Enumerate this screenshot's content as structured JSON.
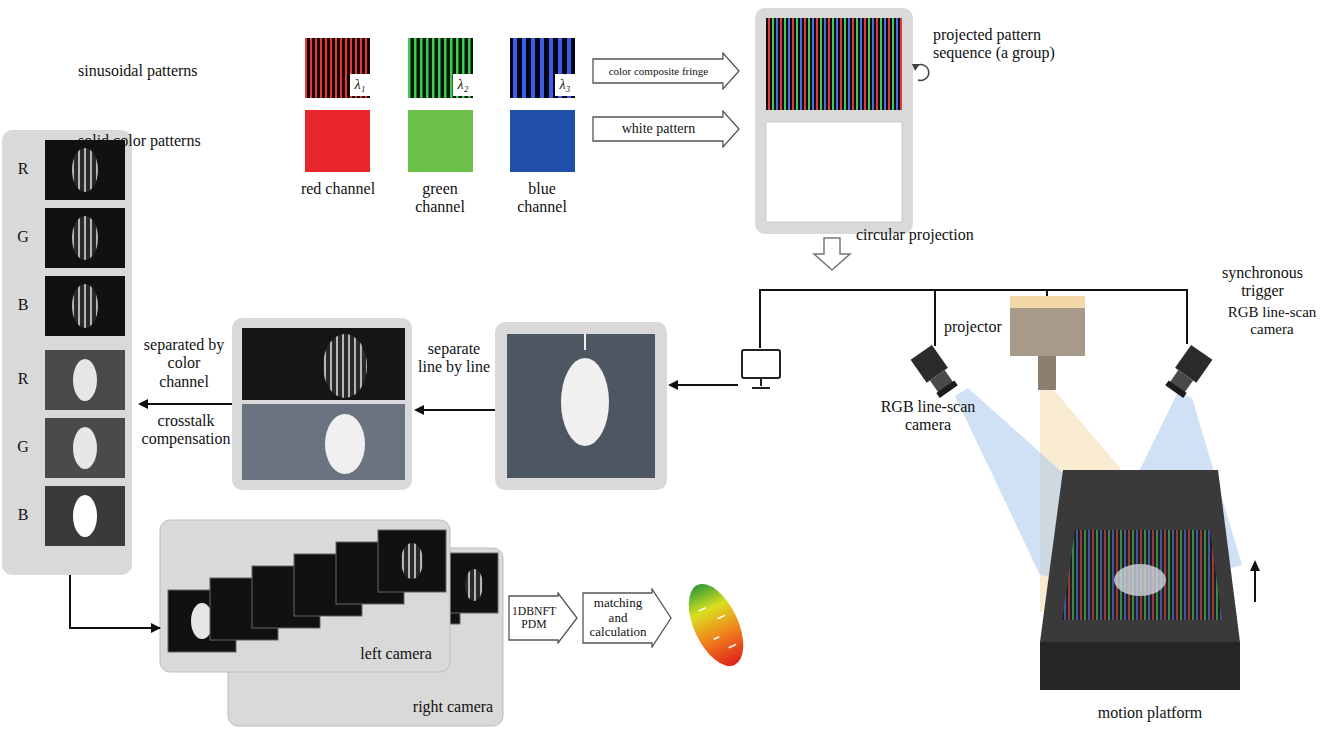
{
  "diagram": {
    "nodes": [
      {
        "text": [
          "color composite fringe"
        ]
      },
      {
        "text": [
          "white pattern"
        ]
      },
      {
        "text": [
          "projected pattern sequence (a group)"
        ]
      },
      {
        "text": [
          "R",
          "G",
          "B",
          "R",
          "G",
          "B"
        ]
      },
      {
        "text": [
          "left camera"
        ]
      },
      {
        "text": [
          "right camera"
        ]
      },
      {
        "text": [
          "1DBNFT PDM"
        ]
      },
      {
        "text": [
          "matching and calculation"
        ]
      }
    ],
    "edges": [
      {
        "from": 3,
        "to": 4,
        "arrow": "to"
      }
    ],
    "labels": [
      "sinusoidal patterns",
      "solid color patterns",
      "λ₁",
      "λ₂",
      "λ₃",
      "red channel",
      "green channel",
      "blue channel",
      "circular projection",
      "synchronous trigger",
      "projector",
      "RGB line-scan camera",
      "RGB line-scan camera",
      "motion platform",
      "separate line by line",
      "separated by color channel",
      "crosstalk compensation"
    ]
  }
}
